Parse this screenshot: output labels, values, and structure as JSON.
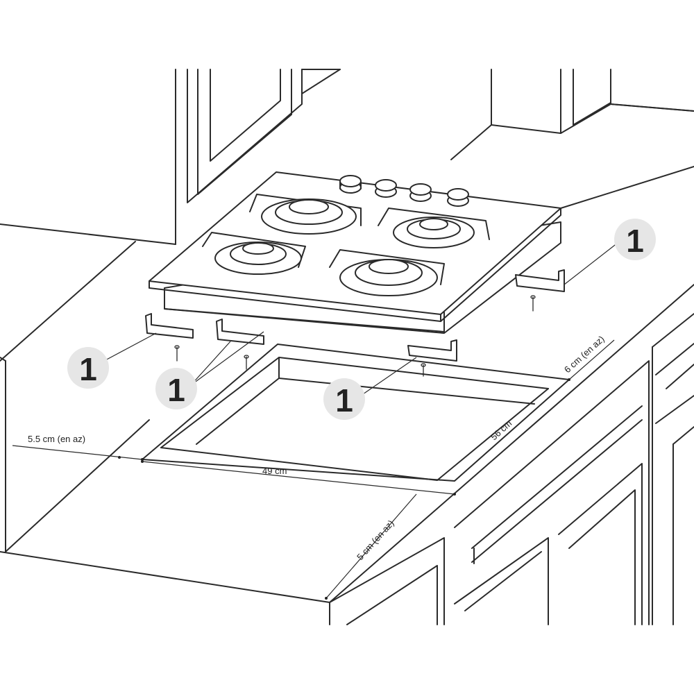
{
  "dimensions": {
    "left_margin": "5.5 cm (en az)",
    "width": "49 cm",
    "depth": "56 cm",
    "back_margin": "6 cm (en az)",
    "front_margin": "5 cm (en az)"
  },
  "callouts": [
    "1",
    "1",
    "1",
    "1"
  ]
}
